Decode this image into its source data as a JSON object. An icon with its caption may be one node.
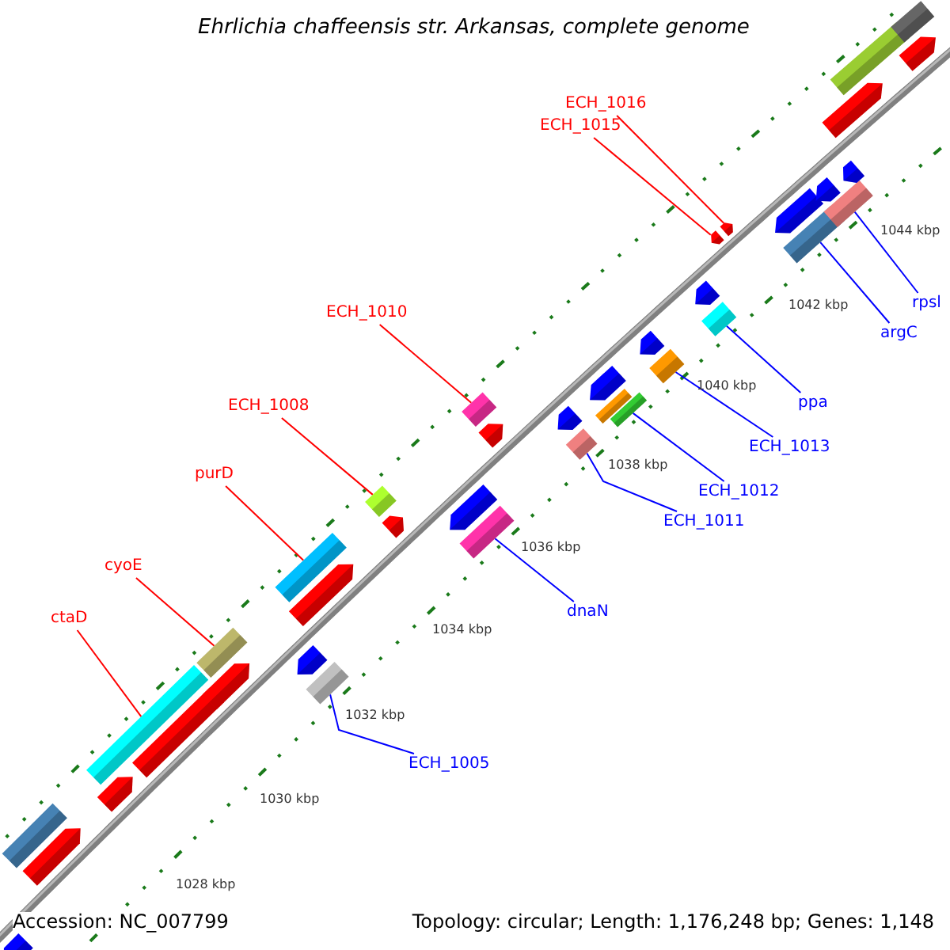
{
  "diagram": {
    "title": "Ehrlichia chaffeensis str. Arkansas, complete genome",
    "nodes": [
      {
        "text": [
          "ECH_1016"
        ]
      },
      {
        "text": [
          "ECH_1015"
        ]
      },
      {
        "text": [
          "rpsl"
        ]
      },
      {
        "text": [
          "ECH_1010"
        ]
      },
      {
        "text": [
          "argC"
        ]
      },
      {
        "text": [
          "ppa"
        ]
      },
      {
        "text": [
          "ECH_1008"
        ]
      },
      {
        "text": [
          "ECH_1013"
        ]
      },
      {
        "text": [
          "purD"
        ]
      },
      {
        "text": [
          "ECH_1012"
        ]
      },
      {
        "text": [
          "ECH_1011"
        ]
      },
      {
        "text": [
          "cyoE"
        ]
      },
      {
        "text": [
          "dnaN"
        ]
      },
      {
        "text": [
          "ctaD"
        ]
      },
      {
        "text": [
          "ECH_1005"
        ]
      },
      {
        "text": [],
        "shape": "pentagon"
      },
      {
        "text": [],
        "shape": "bar"
      },
      {
        "text": [],
        "shape": "pentagon"
      },
      {
        "text": [],
        "shape": "pentagon"
      },
      {
        "text": [],
        "shape": "bar"
      },
      {
        "text": [],
        "shape": "pentagon"
      },
      {
        "text": [],
        "shape": "pentagon"
      },
      {
        "text": [],
        "shape": "bar"
      },
      {
        "text": [],
        "shape": "pentagon"
      },
      {
        "text": [],
        "shape": "bar"
      },
      {
        "text": [],
        "shape": "pentagon"
      },
      {
        "text": [],
        "shape": "bar"
      },
      {
        "text": [],
        "shape": "pentagon"
      },
      {
        "text": [],
        "shape": "bar"
      },
      {
        "text": [],
        "shape": "bar"
      },
      {
        "text": [],
        "shape": "pentagon"
      },
      {
        "text": [],
        "shape": "pentagon"
      },
      {
        "text": [],
        "shape": "bar"
      },
      {
        "text": [],
        "shape": "bar"
      },
      {
        "text": [],
        "shape": "pentagon"
      },
      {
        "text": [],
        "shape": "bar"
      },
      {
        "text": [],
        "shape": "pentagon"
      },
      {
        "text": [],
        "shape": "bar"
      },
      {
        "text": [],
        "shape": "bar"
      },
      {
        "text": [],
        "shape": "pentagon"
      },
      {
        "text": [],
        "shape": "bar"
      },
      {
        "text": [],
        "shape": "pentagon"
      },
      {
        "text": [],
        "shape": "triangle"
      },
      {
        "text": [],
        "shape": "triangle"
      },
      {
        "text": [],
        "shape": "bar"
      },
      {
        "text": [],
        "shape": "pentagon"
      },
      {
        "text": [],
        "shape": "pentagon"
      },
      {
        "text": [],
        "shape": "bar"
      },
      {
        "text": [],
        "shape": "pentagon"
      },
      {
        "text": [],
        "shape": "pentagon"
      },
      {
        "text": [],
        "shape": "bar"
      },
      {
        "text": [],
        "shape": "pentagon"
      },
      {
        "text": [],
        "shape": "bar"
      }
    ],
    "edges": [
      {
        "from": 0,
        "to": 43,
        "arrow": "none",
        "color": "#ff0000"
      },
      {
        "from": 1,
        "to": 42,
        "arrow": "none",
        "color": "#ff0000"
      },
      {
        "from": 2,
        "to": 47,
        "arrow": "none"
      },
      {
        "from": 3,
        "to": 32,
        "arrow": "none",
        "color": "#ff0000"
      },
      {
        "from": 4,
        "to": 44,
        "arrow": "none"
      },
      {
        "from": 5,
        "to": 40,
        "arrow": "none"
      },
      {
        "from": 6,
        "to": 28,
        "arrow": "none",
        "color": "#ff0000"
      },
      {
        "from": 7,
        "to": 38,
        "arrow": "none"
      },
      {
        "from": 8,
        "to": 26,
        "arrow": "none",
        "color": "#ff0000"
      },
      {
        "from": 9,
        "to": 37,
        "arrow": "none"
      },
      {
        "from": 10,
        "to": 33,
        "arrow": "none"
      },
      {
        "from": 11,
        "to": 22,
        "arrow": "none",
        "color": "#ff0000"
      },
      {
        "from": 12,
        "to": 29,
        "arrow": "none"
      },
      {
        "from": 13,
        "to": 19,
        "arrow": "none",
        "color": "#ff0000"
      },
      {
        "from": 14,
        "to": 24,
        "arrow": "none"
      }
    ],
    "labels": [
      "1044 kbp",
      "1042 kbp",
      "1040 kbp",
      "1038 kbp",
      "1036 kbp",
      "1034 kbp",
      "1032 kbp",
      "1030 kbp",
      "1028 kbp",
      "Accession: NC_007799",
      "Topology: circular; Length: 1,176,248 bp; Genes: 1,148"
    ]
  }
}
